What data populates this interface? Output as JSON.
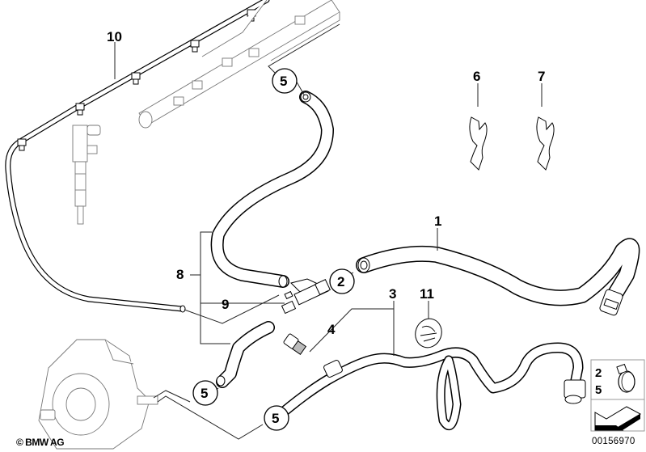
{
  "diagram": {
    "title": "Fuel leak-off / return hoses",
    "callouts": [
      {
        "id": "10",
        "label": "10"
      },
      {
        "id": "5a",
        "label": "5"
      },
      {
        "id": "6",
        "label": "6"
      },
      {
        "id": "7",
        "label": "7"
      },
      {
        "id": "1",
        "label": "1"
      },
      {
        "id": "8",
        "label": "8"
      },
      {
        "id": "2",
        "label": "2"
      },
      {
        "id": "9",
        "label": "9"
      },
      {
        "id": "3",
        "label": "3"
      },
      {
        "id": "11",
        "label": "11"
      },
      {
        "id": "4",
        "label": "4"
      },
      {
        "id": "5b",
        "label": "5"
      },
      {
        "id": "5c",
        "label": "5"
      }
    ],
    "legend_box": {
      "numbers": [
        "2",
        "5"
      ],
      "icon": "hose-clamp-icon",
      "arrow_icon": "arrow-icon"
    },
    "copyright": "© BMW AG",
    "document_number": "00156970"
  }
}
